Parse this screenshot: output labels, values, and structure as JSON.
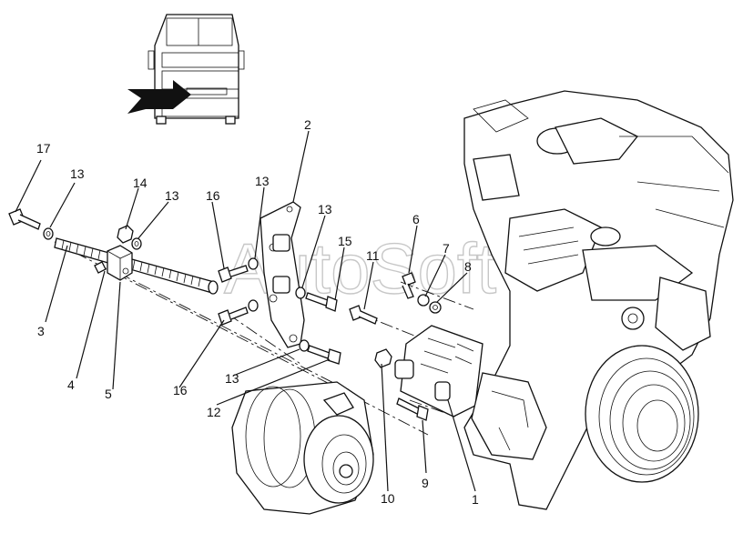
{
  "watermark": "AutoSoft",
  "callouts": {
    "c1": "1",
    "c2": "2",
    "c3": "3",
    "c4": "4",
    "c5": "5",
    "c6": "6",
    "c7": "7",
    "c8": "8",
    "c9": "9",
    "c10": "10",
    "c11": "11",
    "c12": "12",
    "c13a": "13",
    "c13b": "13",
    "c13c": "13",
    "c13d": "13",
    "c13e": "13",
    "c14": "14",
    "c15": "15",
    "c16a": "16",
    "c16b": "16",
    "c17": "17"
  },
  "icons": [
    "truck-front-locator-icon",
    "pointer-arrow-icon"
  ]
}
